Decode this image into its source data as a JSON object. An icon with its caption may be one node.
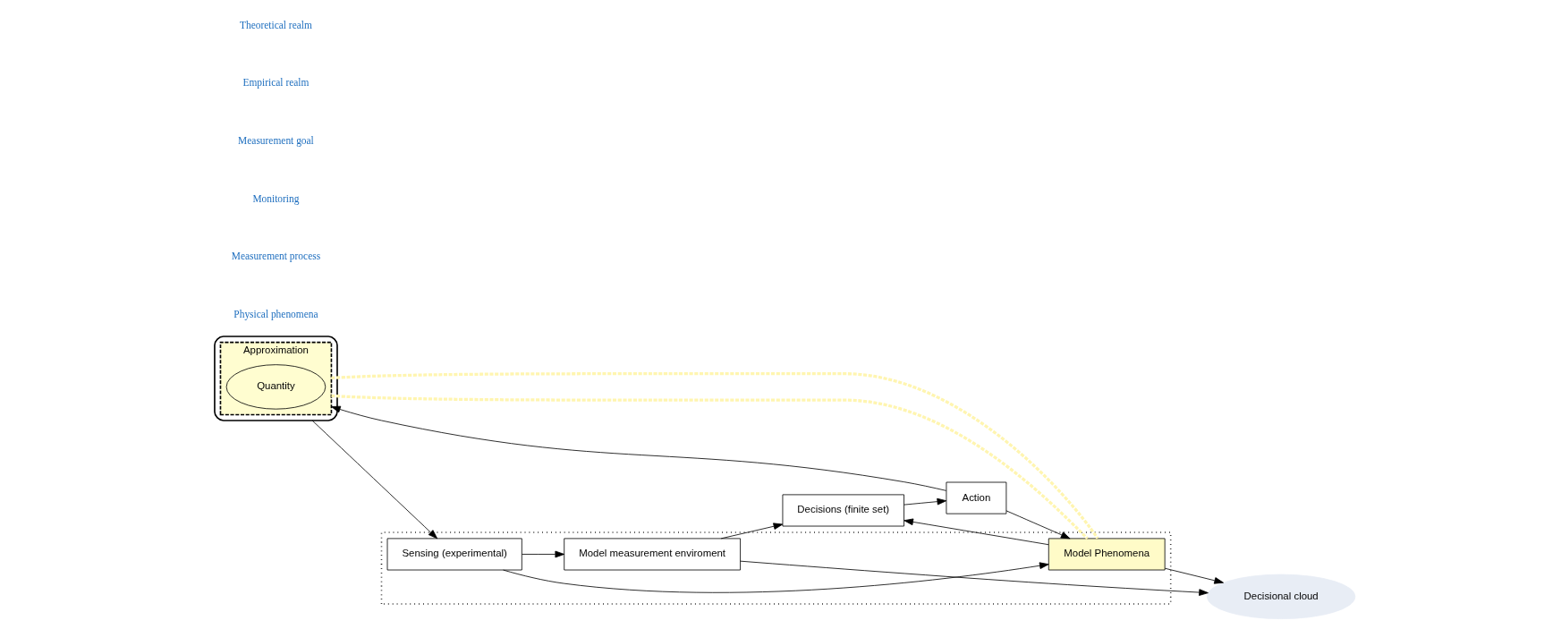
{
  "diagram": {
    "nodes": [
      {
        "text": [],
        "shape": "ellipse"
      },
      {
        "text": [
          "Approximation"
        ],
        "in": 0
      },
      {
        "text": [
          "Quantity"
        ],
        "in": 1
      },
      {
        "text": [],
        "shape": "box"
      },
      {
        "text": [
          "Sensing (experimental)"
        ],
        "in": 3
      },
      {
        "text": [
          "Model measurement enviroment"
        ],
        "in": 3
      },
      {
        "text": [
          "Model Phenomena"
        ],
        "in": 3
      },
      {
        "text": [
          "Decisional cloud"
        ]
      },
      {
        "text": [
          "Decisions (finite set)"
        ]
      },
      {
        "text": [
          "Action"
        ]
      }
    ],
    "edges": [
      {
        "from": 0,
        "to": 4,
        "arrow": "to"
      },
      {
        "from": 4,
        "to": 5,
        "arrow": "to"
      },
      {
        "from": 4,
        "to": 6,
        "arrow": "to"
      },
      {
        "from": 5,
        "to": 7,
        "arrow": "to"
      },
      {
        "from": 5,
        "to": 8,
        "arrow": "to"
      },
      {
        "from": 6,
        "to": 7,
        "arrow": "to"
      },
      {
        "from": 6,
        "to": 8,
        "arrow": "to"
      },
      {
        "from": 8,
        "to": 9,
        "arrow": "to"
      },
      {
        "from": 9,
        "to": 1,
        "arrow": "to"
      },
      {
        "from": 9,
        "to": 6,
        "arrow": "to"
      },
      {
        "from": 1,
        "to": 6,
        "arrow": "none",
        "style": "dashed",
        "color": "#fff5b0"
      },
      {
        "from": 1,
        "to": 6,
        "arrow": "none",
        "style": "dashed",
        "color": "#fff5b0"
      }
    ],
    "labels": [
      "Physical phenomena",
      "Measurement process",
      "Monitoring",
      "Measurement goal",
      "Empirical realm",
      "Theoretical realm"
    ]
  }
}
